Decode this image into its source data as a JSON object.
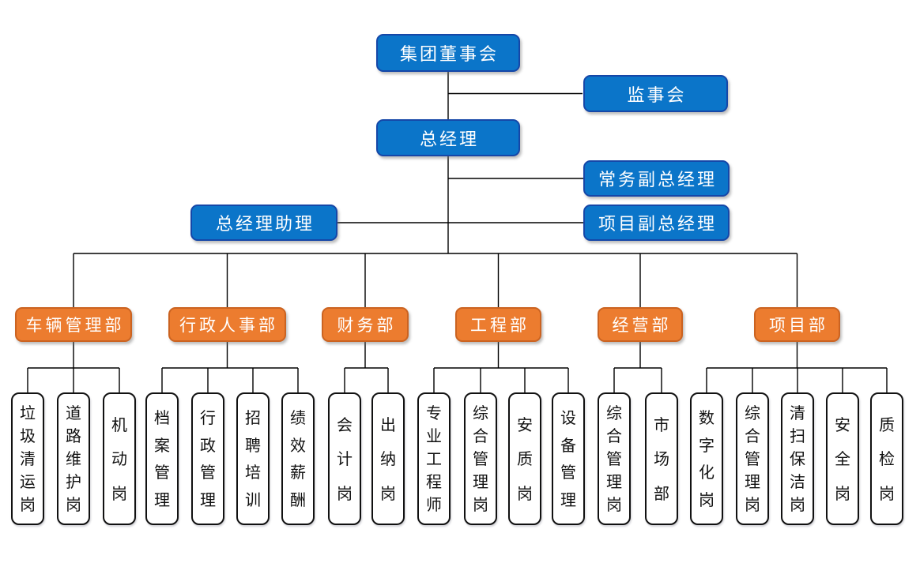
{
  "colors": {
    "executive_box_fill": "#0B75C9",
    "executive_box_border": "#1547A8",
    "department_box_fill": "#EC7C2F",
    "department_box_border": "#CB6321",
    "post_box_fill": "#FFFFFF",
    "post_box_border": "#111111",
    "connector_line": "#000000",
    "text_on_color": "#FFFFFF",
    "text_on_white": "#111111"
  },
  "executives": {
    "board": "集团董事会",
    "supervisory": "监事会",
    "general_manager": "总经理",
    "executive_deputy_gm": "常务副总经理",
    "gm_assistant": "总经理助理",
    "project_deputy_gm": "项目副总经理"
  },
  "departments": [
    {
      "label": "车辆管理部",
      "posts": [
        "垃圾清运岗",
        "道路维护岗",
        "机动岗"
      ]
    },
    {
      "label": "行政人事部",
      "posts": [
        "档案管理",
        "行政管理",
        "招聘培训",
        "绩效薪酬"
      ]
    },
    {
      "label": "财务部",
      "posts": [
        "会计岗",
        "出纳岗"
      ]
    },
    {
      "label": "工程部",
      "posts": [
        "专业工程师",
        "综合管理岗",
        "安质岗",
        "设备管理"
      ]
    },
    {
      "label": "经营部",
      "posts": [
        "综合管理岗",
        "市场部"
      ]
    },
    {
      "label": "项目部",
      "posts": [
        "数字化岗",
        "综合管理岗",
        "清扫保洁岗",
        "安全岗",
        "质检岗"
      ]
    }
  ]
}
